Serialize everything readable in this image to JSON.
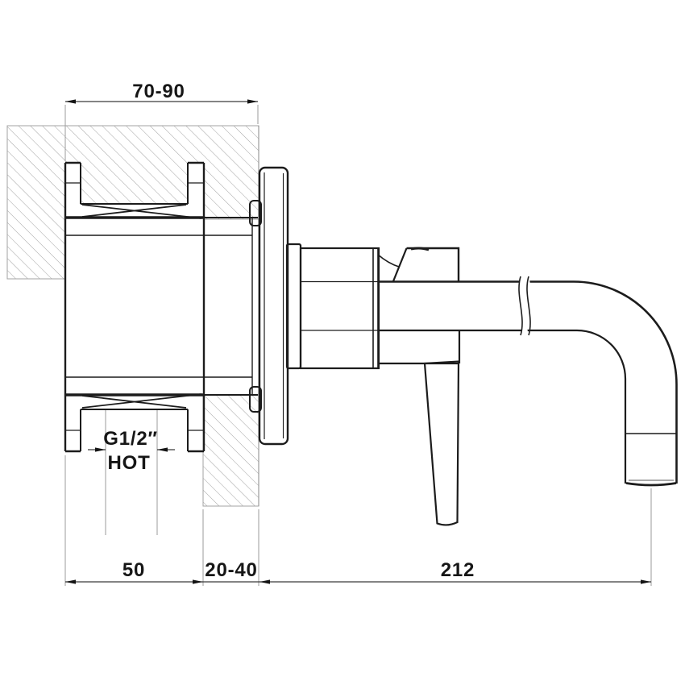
{
  "drawing": {
    "kind": "wall-mounted basin mixer installation section",
    "labels": {
      "dim_recess_depth": "70-90",
      "dim_body_width": "50",
      "dim_wall_thickness": "20-40",
      "dim_spout_reach": "212",
      "thread_size": "G1/2″",
      "inlet_name": "HOT"
    },
    "colors": {
      "line": "#1c1c1c",
      "hatch": "#a3a3a3",
      "extension_line": "#9b9b9b",
      "dimension_line": "#3a3a3a",
      "background": "#ffffff"
    }
  }
}
